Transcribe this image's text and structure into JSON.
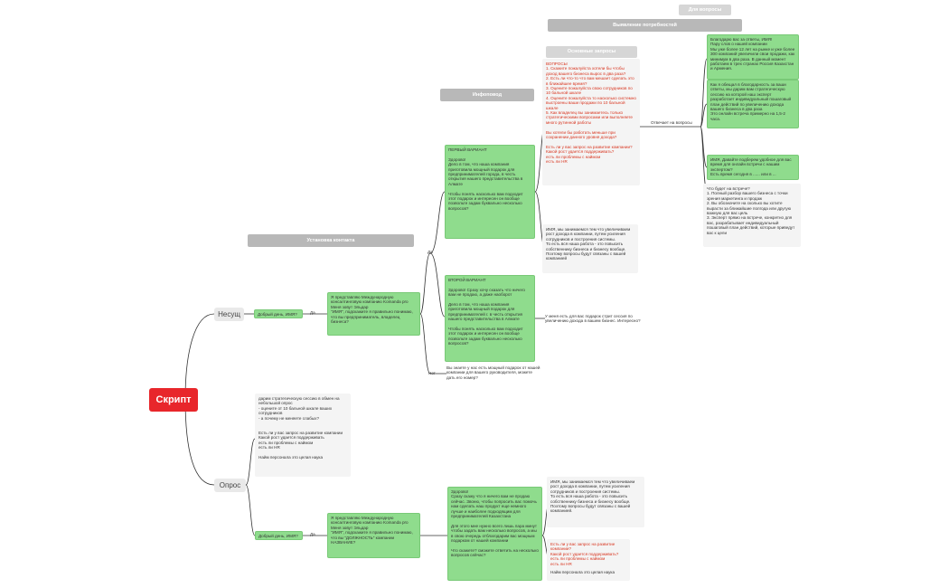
{
  "root": "Скрипт",
  "branches": {
    "nesushch": "Несущ",
    "opros": "Опрос"
  },
  "labels": {
    "yes": "Да",
    "no": "Нет",
    "yes2": "Да",
    "yes3": "Да",
    "answer_q": "Отвечает на вопросы"
  },
  "banners": {
    "dlya_voprosy": "Для вопросы",
    "vyyavlenie": "Выявление потребностей",
    "osnovnye": "Основные запросы",
    "infopovod": "Инфоповод",
    "ustanovka": "Установка контакта"
  },
  "nodes": {
    "greet1": "Добрый день, ИМЯ?",
    "greet2": "Добрый день, ИМЯ?",
    "intro1": "Я представляю Международную консалтинговую компанию Komanda pro Меня зовут Эльдар\n\"ИМЯ\", подскажите я правильно понимаю, что вы предприниматель, владелец бизнеса?",
    "intro2": "Я представляю Международную консалтинговую компанию Komanda pro Меня зовут Эльдар\n\"ИМЯ\", подскажите я правильно понимаю, что вы \"ДОЛЖНОСТЬ\" компании НАЗВАНИЕ?",
    "variant1": "ПЕРВЫЙ ВАРИАНТ\n\nЗдорово!\nДело в том, что наша компания приготовила мощный подарок для предпринимателей города, в честь открытия нашего представительства в Алмате\n\nЧтобы понять насколько вам подходит этот подарок и интересен он вообще позвольте задам буквально несколько вопросов?",
    "variant2": "ВТОРОЙ ВАРИАНТ\n\nЗдорово! Сразу хочу сказать что ничего вам не продаю, а даже наоборот\n\nДело в том, что наша компания приготовила мощный подарок для предпринимателей г. в честь открытия нашего представительства в Алмате\n\nЧтобы понять насколько вам подходит этот подарок и интересен он вообще позвольте задам буквально несколько вопросов?",
    "no_reply": "Вы знаете у нас есть мощный подарок от нашей компании для вашего руководителя, можете дать его номер?",
    "questions": "ВОПРОСЫ\n1. Скажите пожалуйста хотели бы чтобы доход вашего бизнеса вырос в два раза?\n2. Есть ли что-то что вам мешает сделать это в ближайшее время?\n3. Оцените пожалуйста свою сотрудников по 10 бальной шкале\n4. Оцените пожалуйста то насколько системно выстроены ваши продажи по 10 бальной шкале\n5. Как владелец вы занимаетесь только стратегическими вопросами или выполняете много рутинной работы\n\nВы хотели бы работать меньше при сохранении данного уровня дохода?\n\nЕсть ли у вас запрос на развитие компании?\nКакой рост удается поддерживать?\nесть ли проблемы с наймом\nесть ли HR",
    "growth": "ИМЯ, мы занимаемся тем что увеличиваем рост дохода в компании, путем усиления сотрудников и построения системы.\nТо есть вся наша работа - это повысить собственнику бизнеса и бизнесу вообще. Поэтому вопросы будут связаны с вашей компанией",
    "interesting": "У меня есть для вас подарок стрит сессия по увеличению дохода в вашем бизнес. Интересно?",
    "thanks": "Благодарю вас за ответы, ИМЯ!\nПару слов о нашей компании\nМы уже более 12 лет на рынке и уже более 300 компаний увеличили свои продажи, как минимум в два раза. В данный момент работаем в трех странах Россия Казахстан и Армения.",
    "promise": "Как я обещал в благодарность за ваши ответы, мы дарим вам стратегическую сессию на которой наш эксперт разработает индивидуальный пошаговый план действий по увеличению дохода вашего бизнеса в два раза\nЭто онлайн встреча примерно на 1,5-2 часа.",
    "schedule": "ИМЯ, Давайте подберем удобное для вас время для онлайн встречи с нашим экспертом?\nЕсть время сегодня в ...... или в ...",
    "meeting": "Что будет на встрече?\n1. Полный разбор вашего бизнеса с точки зрения маркетинга и продаж\n2. Вы обозначите на сколько вы хотите вырасти за ближайшие полгода или другую важную для вас цель\n3. Эксперт прямо на встрече, конкретно для вас, разрабатывает индивидуальный пошаговый план действий, которые приведут вас к цели",
    "opros_info": "дарим стратегическую сессию в обмен на небольшой опрос\n- оцените от 10 бальной шкале ваших сотрудников\n- а почему не меняете слабых?\n\n\nЕсть ли у вас запрос на развитие компании\nКакой рост удается поддерживать\nесть ли проблемы с наймом\nесть ли HR\n\nНайм персонала это целая наука",
    "opros_reply": "Здорово!\nСразу скажу что я ничего вам не продаю сейчас. Звоню, чтобы попросить вас помочь нам сделать наш продукт еще немного лучше и наиболее подходящим для предпринимателей Казахстана\n\nДля этого мне нужно всего лишь пара минут чтобы задать вам несколько вопросов, а мы в свою очередь отблагодарим вас мощным подарком от нашей компании\n\nЧто скажете? сможете ответить на несколько вопросов сейчас?",
    "opros_growth": "ИМЯ, мы занимаемся тем что увеличиваем рост дохода в компании, путем усиления сотрудников и построения системы.\nТо есть вся наша работа - это повысить собственнику бизнеса и бизнесу вообще. Поэтому вопросы будут связаны с вашей компанией.",
    "opros_red": "Есть ли у вас запрос на развитие компании?\nКакой рост удается поддерживать?\nесть ли проблемы с наймом\nесть ли HR",
    "opros_hr": "Найм персонала это целая наука"
  },
  "colors": {
    "root": "#e8262b",
    "green": "#8fdc8d",
    "line": "#333333",
    "banner": "#b8b8b8",
    "red_text": "#d8351f"
  }
}
